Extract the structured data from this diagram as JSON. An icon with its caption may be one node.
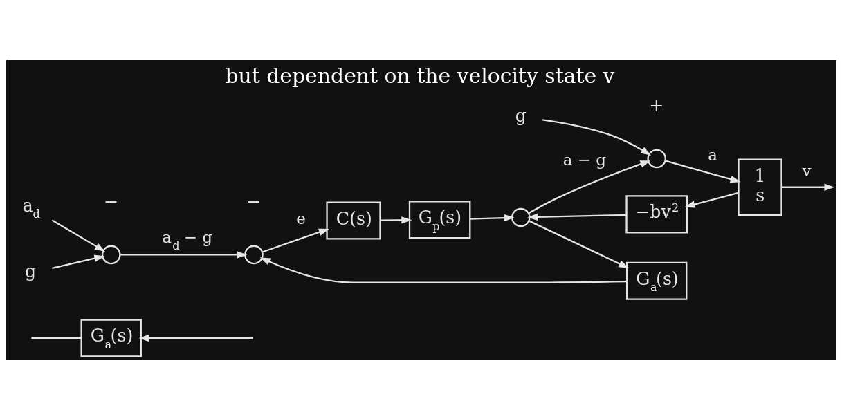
{
  "diagram": {
    "title": "but dependent on the velocity state v",
    "nodes": [
      {
        "text": [
          "G$_{a}$(s)"
        ]
      },
      {
        "text": [
          "a$_{d}$"
        ]
      },
      {
        "text": [],
        "shape": "circle"
      },
      {
        "text": [
          "g"
        ]
      },
      {
        "text": [],
        "shape": "circle"
      },
      {
        "text": [
          "C(s)"
        ]
      },
      {
        "text": [
          "G$_{p}$(s)"
        ]
      },
      {
        "text": [],
        "shape": "circle"
      },
      {
        "text": [
          "−bv$^{2}$"
        ]
      },
      {
        "text": [],
        "shape": "circle"
      },
      {
        "text": [
          "g"
        ]
      },
      {
        "text": [
          "1",
          "s"
        ]
      },
      {
        "text": [
          "G$_{a}$(s)"
        ]
      }
    ],
    "edges": [
      {
        "from": null,
        "to": 0,
        "arrow": "to"
      },
      {
        "from": 0,
        "to": null,
        "arrow": "none"
      },
      {
        "from": 1,
        "to": 2,
        "arrow": "to"
      },
      {
        "from": 3,
        "to": 2,
        "arrow": "to"
      },
      {
        "from": 2,
        "to": 4,
        "arrow": "to",
        "label": "a$_{d}$ − g"
      },
      {
        "from": 12,
        "to": 4,
        "arrow": "to"
      },
      {
        "from": 4,
        "to": 5,
        "arrow": "to",
        "label": "e"
      },
      {
        "from": 5,
        "to": 6,
        "arrow": "to"
      },
      {
        "from": 6,
        "to": 7,
        "arrow": "to"
      },
      {
        "from": 8,
        "to": 7,
        "arrow": "to"
      },
      {
        "from": 7,
        "to": 9,
        "arrow": "to",
        "label": "a − g"
      },
      {
        "from": 7,
        "to": 12,
        "arrow": "to"
      },
      {
        "from": 10,
        "to": 9,
        "arrow": "to"
      },
      {
        "from": 9,
        "to": 11,
        "arrow": "to",
        "label": "a"
      },
      {
        "from": 11,
        "to": null,
        "arrow": "to",
        "label": "v"
      },
      {
        "from": 11,
        "to": 8,
        "arrow": "to"
      }
    ],
    "labels": [
      "−",
      "−",
      "+"
    ]
  }
}
